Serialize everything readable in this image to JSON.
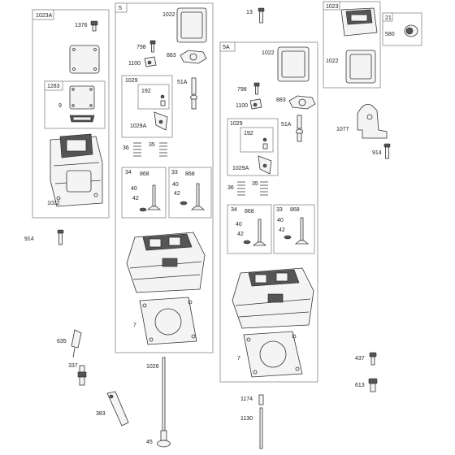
{
  "boxes": {
    "kit_1023a": "1023A",
    "kit_1283": "1283",
    "head_5": "5",
    "box_1029": "1029",
    "box_34": "34",
    "box_33": "33",
    "head_5a": "5A",
    "box_1029_b": "1029",
    "box_34_b": "34",
    "box_33_b": "33",
    "kit_1023": "1023",
    "kit_21": "21"
  },
  "labels": {
    "p1376": "1376",
    "p9": "9",
    "p1022_a": "1022",
    "p914_a": "914",
    "p1022_b": "1022",
    "p798": "798",
    "p883": "883",
    "p1100": "1100",
    "p192": "192",
    "p1029a": "1029A",
    "p51a": "51A",
    "p36": "36",
    "p35": "35",
    "p868_a": "868",
    "p868_b": "868",
    "p40_a": "40",
    "p42_a": "42",
    "p40_b": "40",
    "p42_b": "42",
    "p7": "7",
    "p13": "13",
    "p1022_c": "1022",
    "p798_b": "798",
    "p883_b": "883",
    "p1100_b": "1100",
    "p192_b": "192",
    "p51a_b": "51A",
    "p1029a_b": "1029A",
    "p36_b": "36",
    "p35_b": "35",
    "p868_c": "868",
    "p868_d": "868",
    "p40_c": "40",
    "p42_c": "42",
    "p40_d": "40",
    "p42_d": "42",
    "p7_b": "7",
    "p1022_d": "1022",
    "p580": "580",
    "p1077": "1077",
    "p914_b": "914",
    "p635": "635",
    "p337": "337",
    "p383": "383",
    "p1026": "1026",
    "p45": "45",
    "p1174": "1174",
    "p1130": "1130",
    "p437": "437",
    "p613": "613"
  }
}
